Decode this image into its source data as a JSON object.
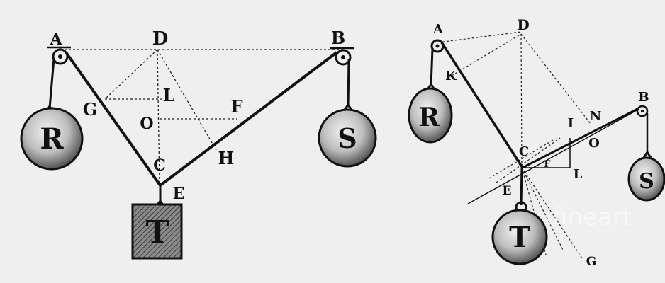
{
  "figure_left": {
    "points": {
      "A": "A",
      "D": "D",
      "B": "B",
      "G": "G",
      "L": "L",
      "O": "O",
      "F": "F",
      "H": "H",
      "C": "C",
      "E": "E"
    },
    "weights": {
      "R": "R",
      "S": "S",
      "T": "T"
    }
  },
  "figure_right": {
    "points": {
      "A": "A",
      "D": "D",
      "K": "K",
      "I": "I",
      "N": "N",
      "B": "B",
      "O": "O",
      "C": "C",
      "F": "F",
      "L": "L",
      "E": "E",
      "G": "G"
    },
    "weights": {
      "R": "R",
      "S": "S",
      "T": "T"
    }
  },
  "watermark": "fineart"
}
